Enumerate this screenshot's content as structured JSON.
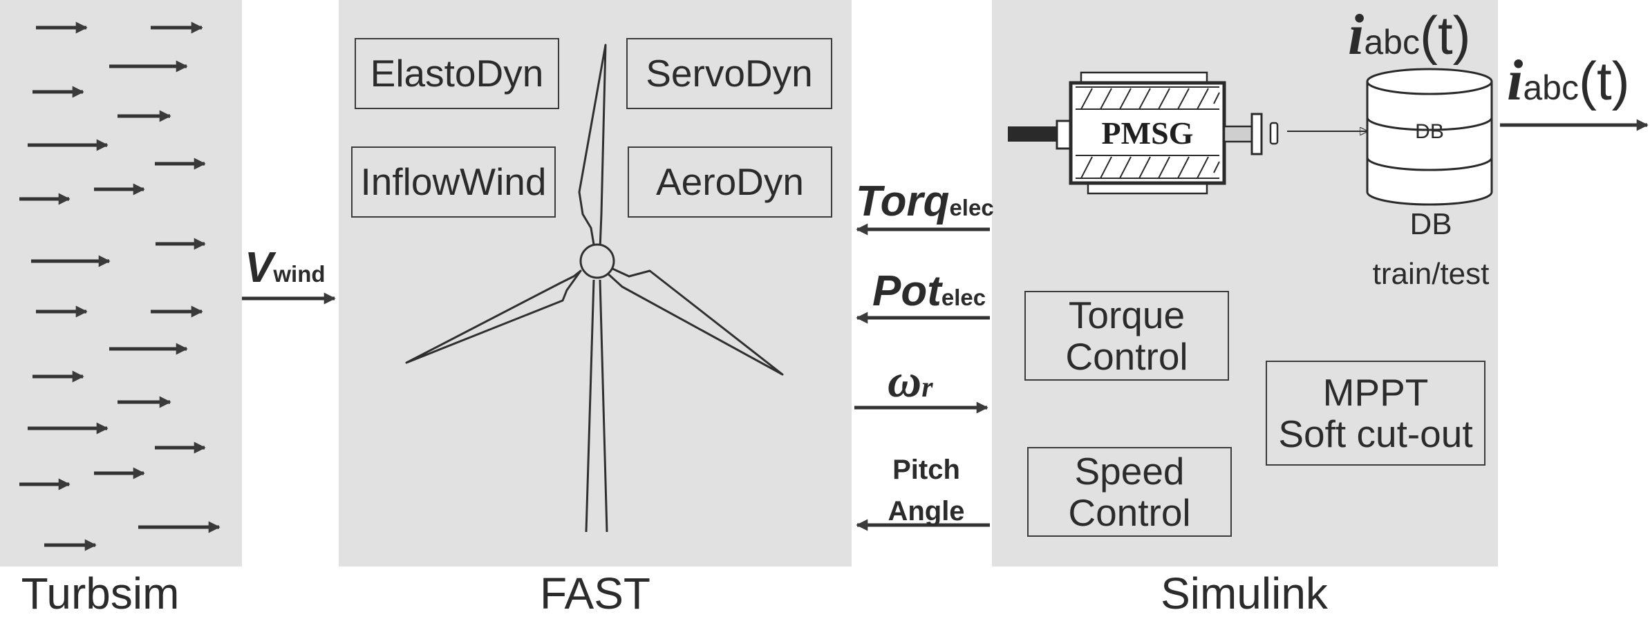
{
  "panels": {
    "turbsim_label": "Turbsim",
    "fast_label": "FAST",
    "simulink_label": "Simulink"
  },
  "fast_modules": {
    "elastodyn": "ElastoDyn",
    "servodyn": "ServoDyn",
    "inflowwind": "InflowWind",
    "aerodyn": "AeroDyn"
  },
  "simulink_blocks": {
    "torque_control": [
      "Torque",
      "Control"
    ],
    "speed_control": [
      "Speed",
      "Control"
    ],
    "mppt": [
      "MPPT",
      "Soft cut-out"
    ],
    "pmsg": "PMSG",
    "db_inner": "DB",
    "db_label": [
      "DB",
      "train/test"
    ]
  },
  "signals": {
    "v_wind": {
      "main": "V",
      "sub": "wind"
    },
    "torq_elec": {
      "main": "Torq",
      "sub": "elec"
    },
    "pot_elec": {
      "main": "Pot",
      "sub": "elec"
    },
    "omega_r": {
      "main": "ω",
      "sub": "r"
    },
    "pitch_angle": [
      "Pitch",
      "Angle"
    ],
    "i_abc_top": {
      "i": "i",
      "sub": "abc",
      "arg": "(t)"
    },
    "i_abc_out": {
      "i": "i",
      "sub": "abc",
      "arg": "(t)"
    }
  },
  "colors": {
    "panel": "#e1e1e2",
    "stroke": "#3a3a3a"
  }
}
